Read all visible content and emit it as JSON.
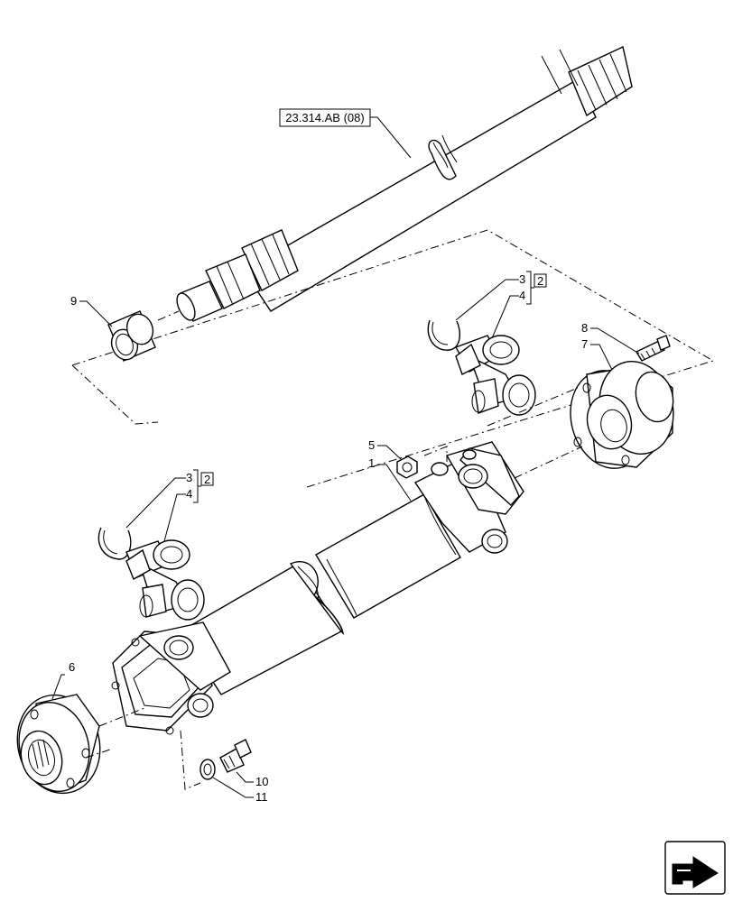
{
  "reference_box": {
    "label": "23.314.AB (08)"
  },
  "callouts": {
    "c1": "1",
    "c3a": "3",
    "c4a": "4",
    "c2a": "2",
    "c3b": "3",
    "c4b": "4",
    "c2b": "2",
    "c5": "5",
    "c6": "6",
    "c7": "7",
    "c8": "8",
    "c9": "9",
    "c10": "10",
    "c11": "11"
  },
  "nav_icon": {
    "name": "next-page-arrow-icon"
  }
}
